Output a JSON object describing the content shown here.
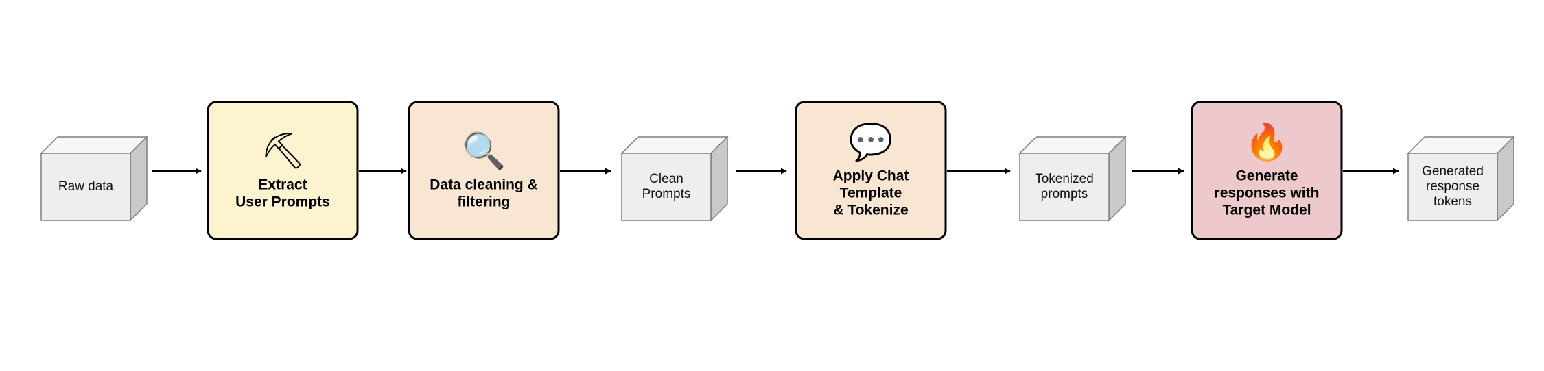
{
  "colors": {
    "cube_front": "#eeeeee",
    "cube_top": "#f7f7f7",
    "cube_side": "#c9c9c9",
    "cube_stroke": "#7f7f7f",
    "extract_fill": "#fdf3cf",
    "process_fill": "#f8e6d3",
    "generate_fill": "#edc9cb",
    "box_stroke": "#000000",
    "arrow": "#000000"
  },
  "nodes": {
    "raw_data": {
      "lines": [
        "Raw data"
      ]
    },
    "extract": {
      "icon": "pickaxe-icon",
      "glyph": "⛏",
      "lines": [
        "Extract",
        "User Prompts"
      ]
    },
    "cleaning": {
      "icon": "magnifier-icon",
      "glyph": "🔍",
      "lines": [
        "Data cleaning &",
        "filtering"
      ]
    },
    "clean_prompts": {
      "lines": [
        "Clean",
        "Prompts"
      ]
    },
    "chat_template": {
      "icon": "speech-bubble-icon",
      "glyph": "💬",
      "lines": [
        "Apply Chat",
        "Template",
        "& Tokenize"
      ]
    },
    "tokenized": {
      "lines": [
        "Tokenized",
        "prompts"
      ]
    },
    "generate": {
      "icon": "fire-icon",
      "glyph": "🔥",
      "lines": [
        "Generate",
        "responses with",
        "Target Model"
      ]
    },
    "generated_tokens": {
      "lines": [
        "Generated",
        "response",
        "tokens"
      ]
    }
  }
}
